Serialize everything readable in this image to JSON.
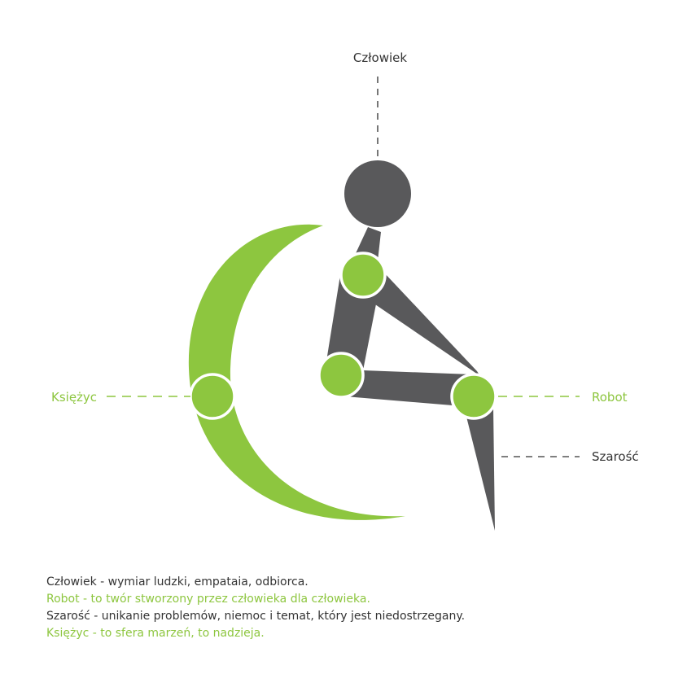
{
  "colors": {
    "green": "#8dc63f",
    "gray": "#59595b",
    "dark_text": "#333333",
    "dash": "#555555"
  },
  "labels": {
    "czlowiek": "Człowiek",
    "ksiezyc": "Księżyc",
    "robot": "Robot",
    "szarosc": "Szarość"
  },
  "legend": [
    {
      "text": "Człowiek - wymiar ludzki, empataia, odbiorca.",
      "tone": "dark"
    },
    {
      "text": "Robot - to twór stworzony przez człowieka dla człowieka.",
      "tone": "green"
    },
    {
      "text": "Szarość - unikanie problemów, niemoc i temat, który jest niedostrzegany.",
      "tone": "dark"
    },
    {
      "text": "Księżyc - to sfera marzeń, to nadzieja.",
      "tone": "green"
    }
  ]
}
